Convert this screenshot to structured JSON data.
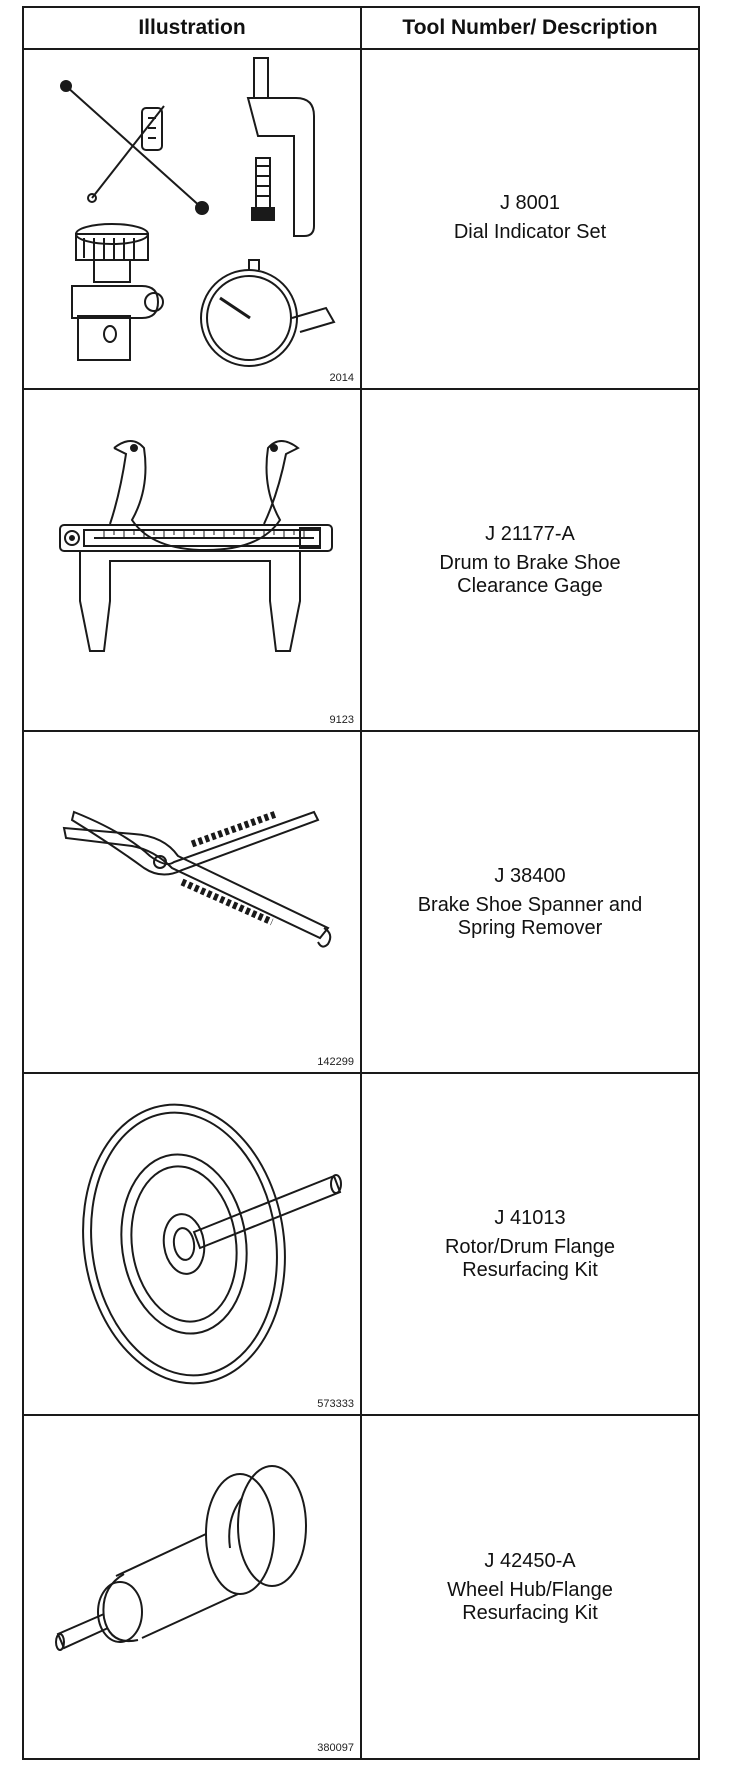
{
  "header": {
    "col1": "Illustration",
    "col2": "Tool Number/ Description"
  },
  "rows": [
    {
      "tool_number": "J 8001",
      "description": "Dial Indicator Set",
      "figure_number": "2014",
      "icon": "dial-indicator-set-icon"
    },
    {
      "tool_number": "J 21177-A",
      "description": "Drum to Brake Shoe\nClearance Gage",
      "figure_number": "9123",
      "icon": "clearance-gage-icon"
    },
    {
      "tool_number": "J 38400",
      "description": "Brake Shoe Spanner and\nSpring Remover",
      "figure_number": "142299",
      "icon": "spring-remover-pliers-icon"
    },
    {
      "tool_number": "J 41013",
      "description": "Rotor/Drum Flange\nResurfacing Kit",
      "figure_number": "573333",
      "icon": "rotor-resurfacing-disc-icon"
    },
    {
      "tool_number": "J 42450-A",
      "description": "Wheel Hub/Flange\nResurfacing Kit",
      "figure_number": "380097",
      "icon": "hub-resurfacing-cylinder-icon"
    }
  ]
}
